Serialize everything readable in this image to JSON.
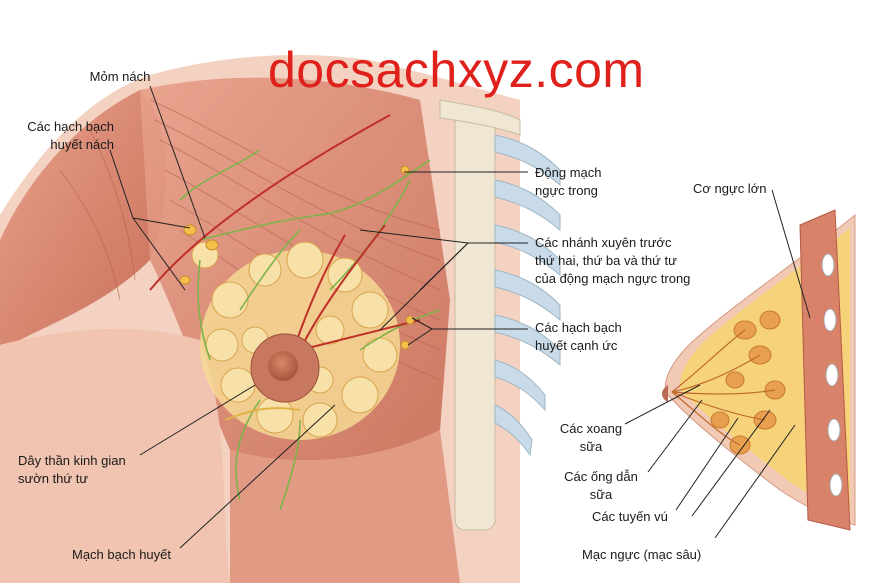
{
  "watermark": "docsachxyz.com",
  "labels": {
    "mom_nach": [
      "Mỏm nách"
    ],
    "hach_nach": [
      "Các hạch bạch",
      "huyết nách"
    ],
    "dong_mach": [
      "Động mạch",
      "ngực trong"
    ],
    "nhanh_xuyen": [
      "Các nhánh xuyên trước",
      "thứ hai, thứ ba và thứ tư",
      "của động mạch ngực trong"
    ],
    "hach_canh_uc": [
      "Các hạch bạch",
      "huyết cạnh ức"
    ],
    "than_kinh": [
      "Dây thần kinh gian",
      "sườn thứ tư"
    ],
    "mach_bach_huyet": [
      "Mạch bạch huyết"
    ],
    "co_nguc_lon": [
      "Cơ ngực lớn"
    ],
    "xoang_sua": [
      "Các xoang",
      "sữa"
    ],
    "ong_dan_sua": [
      "Các ống dẫn",
      "sữa"
    ],
    "tuyen_vu": [
      "Các tuyến vú"
    ],
    "mac_nguc": [
      "Mạc ngực (mạc sâu)"
    ]
  },
  "colors": {
    "muscle": "#d9826a",
    "muscle_dark": "#b95a45",
    "skin": "#f2c9b5",
    "fat": "#f4d27a",
    "gland": "#e9a04e",
    "bone": "#efe7d3",
    "cartilage": "#c9dbe8",
    "lymph": "#7fb34a",
    "artery": "#c0302a",
    "leader": "#222222",
    "watermark": "#e0201b"
  }
}
